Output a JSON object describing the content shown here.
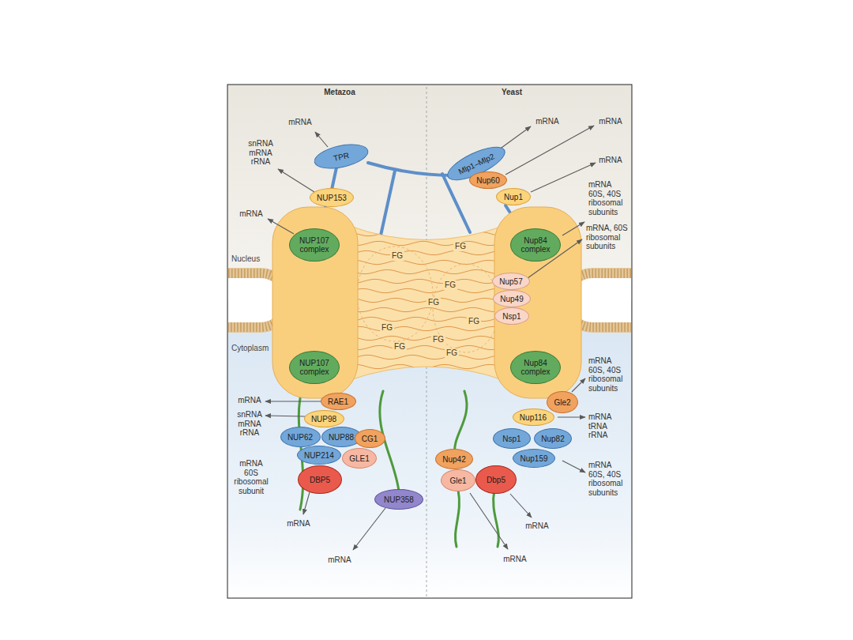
{
  "diagram": {
    "nodes": [
      {
        "text": [
          "TPR"
        ]
      },
      {
        "text": [
          "NUP153"
        ]
      },
      {
        "text": [
          "NUP107 complex"
        ]
      },
      {
        "text": [
          "NUP107 complex"
        ]
      },
      {
        "text": [
          "RAE1"
        ]
      },
      {
        "text": [
          "NUP98"
        ]
      },
      {
        "text": [
          "NUP62"
        ]
      },
      {
        "text": [
          "NUP88"
        ]
      },
      {
        "text": [
          "NUP214"
        ]
      },
      {
        "text": [
          "CG1"
        ]
      },
      {
        "text": [
          "GLE1"
        ]
      },
      {
        "text": [
          "DBP5"
        ]
      },
      {
        "text": [
          "NUP358"
        ]
      },
      {
        "text": [
          "Mlp1–Mlp2"
        ]
      },
      {
        "text": [
          "Nup60"
        ]
      },
      {
        "text": [
          "Nup1"
        ]
      },
      {
        "text": [
          "Nup84 complex"
        ]
      },
      {
        "text": [
          "Nup57"
        ]
      },
      {
        "text": [
          "Nup49"
        ]
      },
      {
        "text": [
          "Nsp1"
        ]
      },
      {
        "text": [
          "Nup84 complex"
        ]
      },
      {
        "text": [
          "Gle2"
        ]
      },
      {
        "text": [
          "Nup116"
        ]
      },
      {
        "text": [
          "Nsp1"
        ]
      },
      {
        "text": [
          "Nup82"
        ]
      },
      {
        "text": [
          "Nup159"
        ]
      },
      {
        "text": [
          "Nup42"
        ]
      },
      {
        "text": [
          "Gle1"
        ]
      },
      {
        "text": [
          "Dbp5"
        ]
      }
    ],
    "labels": [
      "Metazoa",
      "Yeast",
      "Nucleus",
      "Cytoplasm",
      "FG",
      "FG",
      "FG",
      "FG",
      "FG",
      "FG",
      "FG",
      "FG",
      "FG",
      "mRNA",
      "snRNA mRNA rRNA",
      "mRNA",
      "mRNA",
      "snRNA mRNA rRNA",
      "mRNA 60S ribosomal subunit",
      "mRNA",
      "mRNA",
      "mRNA",
      "mRNA",
      "mRNA",
      "mRNA 60S, 40S ribosomal subunits",
      "mRNA, 60S ribosomal subunits",
      "mRNA 60S, 40S ribosomal subunits",
      "mRNA tRNA rRNA",
      "mRNA 60S, 40S ribosomal subunits",
      "mRNA",
      "mRNA"
    ]
  }
}
